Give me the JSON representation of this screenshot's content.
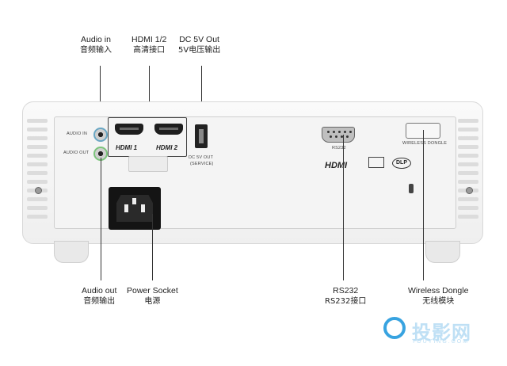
{
  "callouts": {
    "audio_in": {
      "en": "Audio in",
      "zh": "音频输入"
    },
    "hdmi": {
      "en": "HDMI 1/2",
      "zh": "高清接口"
    },
    "dc_out": {
      "en": "DC 5V Out",
      "zh": "5V电压输出"
    },
    "audio_out": {
      "en": "Audio out",
      "zh": "音频输出"
    },
    "power": {
      "en": "Power Socket",
      "zh": "电源"
    },
    "rs232": {
      "en": "RS232",
      "zh": "RS232接口"
    },
    "wireless": {
      "en": "Wireless Dongle",
      "zh": "无线模块"
    }
  },
  "panel_labels": {
    "audio_in": "AUDIO IN",
    "audio_out": "AUDIO OUT",
    "hdmi1": "HDMI 1",
    "hdmi2": "HDMI 2",
    "dc_line1": "DC 5V OUT",
    "dc_line2": "(SERVICE)",
    "rs232": "RS232",
    "wireless": "WIRELESS DONGLE",
    "hdmi_logo": "HDMI",
    "dlp": "DLP"
  },
  "watermark": {
    "text": "投影网",
    "sub": "TOUYING.COM"
  },
  "colors": {
    "audio_in_ring": "#6aa7c4",
    "audio_out_ring": "#7cc47c",
    "watermark": "#38a3e0"
  }
}
